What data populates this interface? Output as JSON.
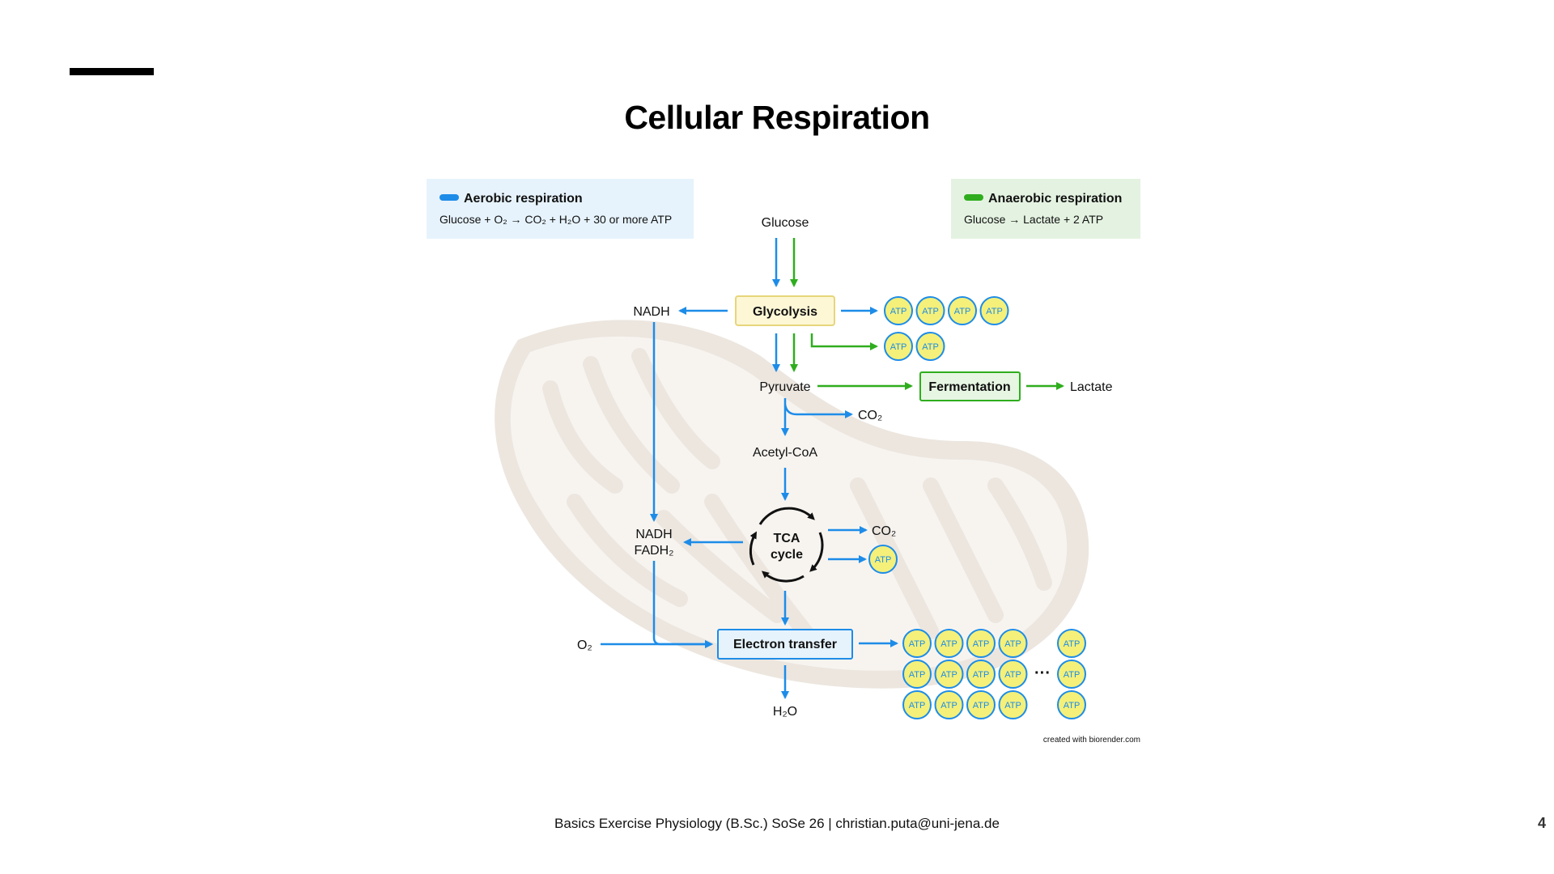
{
  "slide": {
    "title": "Cellular Respiration",
    "footer": "Basics Exercise Physiology (B.Sc.) SoSe 26 | christian.puta@uni-jena.de",
    "page_number": "4"
  },
  "diagram": {
    "colors": {
      "aerobic": "#1d8ce8",
      "anaerobic": "#2fad1e",
      "atp_fill": "#f4f07a",
      "aerobic_box_bg": "#e6f3fc",
      "anaerobic_box_bg": "#e4f3e1",
      "glycolysis_bg": "#fdf7d6",
      "glycolysis_border": "#e7d57a",
      "fermentation_bg": "#e6f6e2",
      "electron_bg": "#e6f3fc",
      "mitochondrion": "#ece6df"
    },
    "legend": {
      "aerobic_title": "Aerobic respiration",
      "aerobic_equation": "Glucose + O₂ → CO₂ + H₂O + 30 or more ATP",
      "anaerobic_title": "Anaerobic respiration",
      "anaerobic_equation": "Glucose → Lactate + 2 ATP"
    },
    "nodes": {
      "glucose": "Glucose",
      "glycolysis": "Glycolysis",
      "nadh": "NADH",
      "pyruvate": "Pyruvate",
      "fermentation": "Fermentation",
      "lactate": "Lactate",
      "co2_pyruvate": "CO₂",
      "acetyl_coa": "Acetyl-CoA",
      "tca_line1": "TCA",
      "tca_line2": "cycle",
      "nadh2": "NADH",
      "fadh2": "FADH₂",
      "co2_tca": "CO₂",
      "o2": "O₂",
      "electron_transfer": "Electron transfer",
      "h2o": "H₂O",
      "ellipsis": "···"
    },
    "atp_label": "ATP",
    "atp_counts": {
      "glycolysis_aerobic": 4,
      "glycolysis_anaerobic": 2,
      "tca": 1,
      "electron_transfer_rows": 3,
      "electron_transfer_per_row_shown": 5
    },
    "credit": "created with biorender.com"
  }
}
